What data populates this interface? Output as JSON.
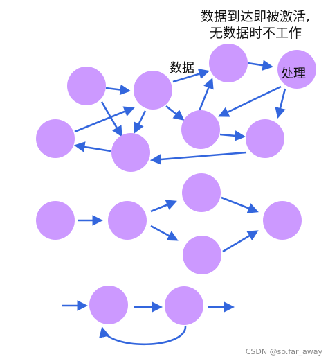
{
  "caption_line1": "数据到达即被激活,",
  "caption_line2": "无数据时不工作",
  "label_data": "数据",
  "label_process": "处理",
  "watermark": "CSDN @so.far_away",
  "colors": {
    "node_fill": "#cc99ff",
    "arrow": "#3366dd"
  }
}
